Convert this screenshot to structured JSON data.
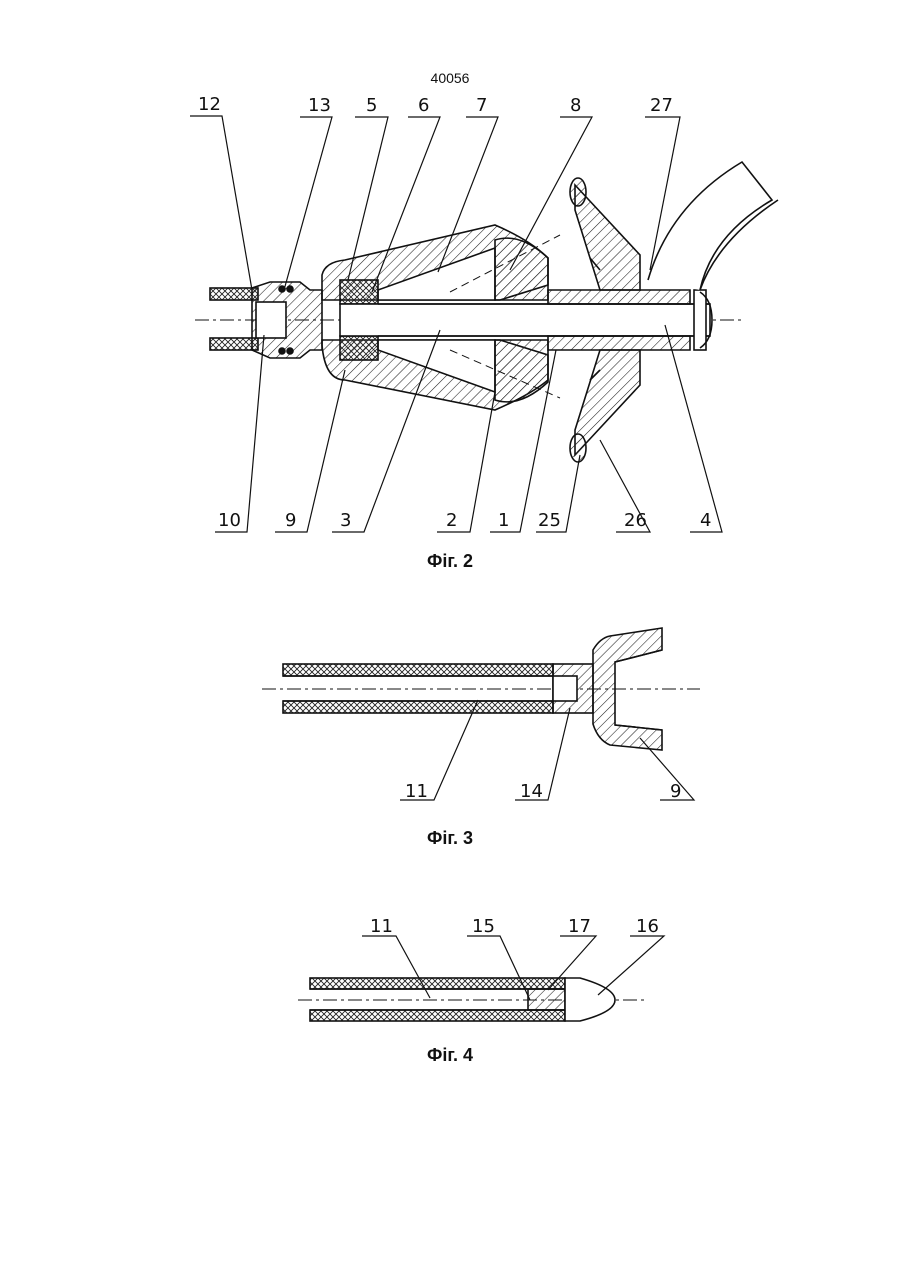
{
  "page_number": "40056",
  "figures": [
    {
      "caption": "Фіг. 2",
      "labels": [
        "12",
        "13",
        "5",
        "6",
        "7",
        "8",
        "27",
        "10",
        "9",
        "3",
        "2",
        "1",
        "25",
        "26",
        "4"
      ]
    },
    {
      "caption": "Фіг. 3",
      "labels": [
        "11",
        "14",
        "9"
      ]
    },
    {
      "caption": "Фіг. 4",
      "labels": [
        "11",
        "15",
        "17",
        "16"
      ]
    }
  ]
}
